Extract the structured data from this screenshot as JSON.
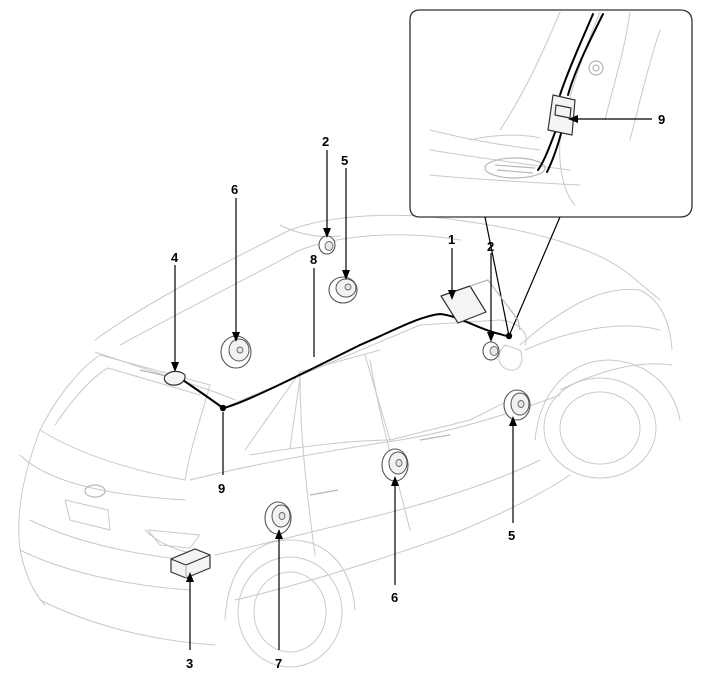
{
  "callouts": {
    "c1": "1",
    "c2a": "2",
    "c2b": "2",
    "c3": "3",
    "c4": "4",
    "c5a": "5",
    "c5b": "5",
    "c6a": "6",
    "c6b": "6",
    "c7": "7",
    "c8": "8",
    "c9a": "9",
    "c9b": "9"
  }
}
